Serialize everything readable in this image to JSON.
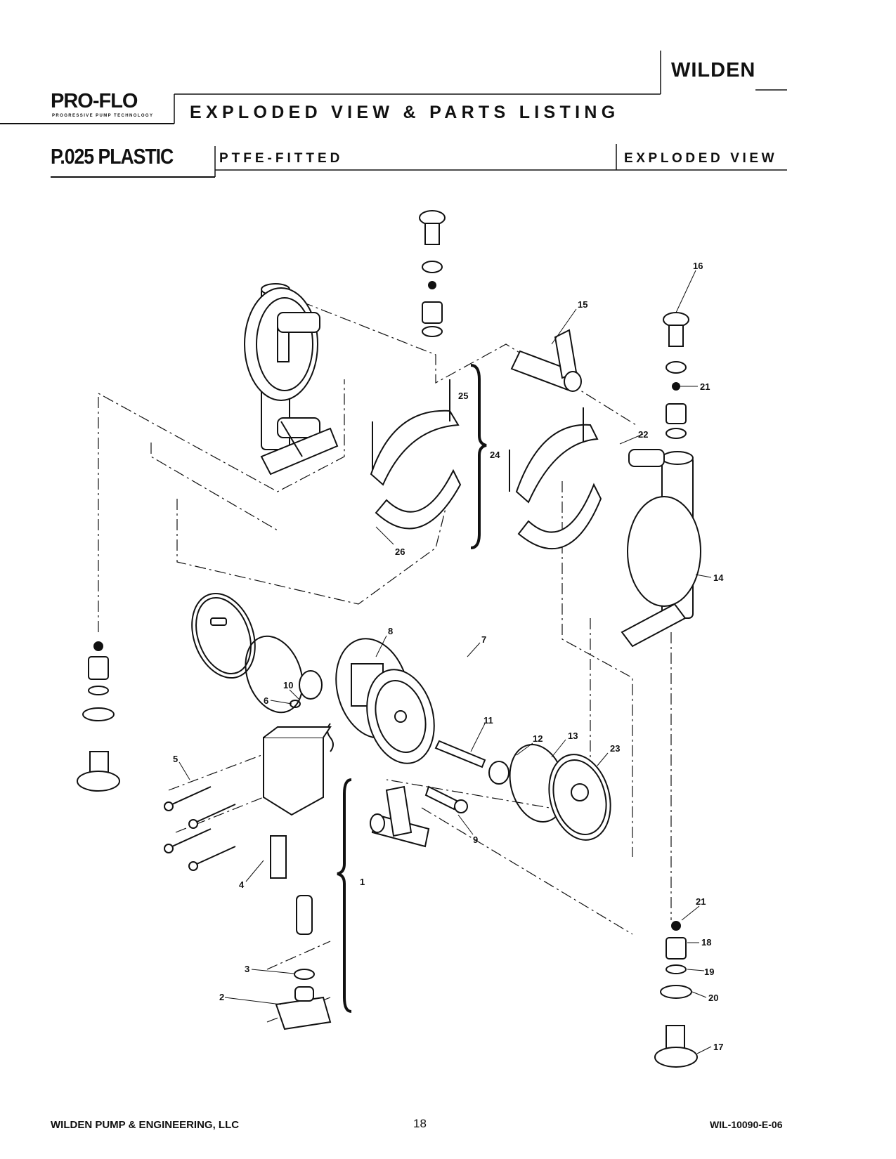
{
  "header": {
    "brand_right": "WILDEN",
    "brand_left": "PRO-FLO",
    "brand_left_tagline": "PROGRESSIVE PUMP TECHNOLOGY",
    "title": "EXPLODED VIEW & PARTS LISTING",
    "model": "P.025 PLASTIC",
    "subtitle_left": "PTFE-FITTED",
    "subtitle_right": "EXPLODED VIEW"
  },
  "callouts": [
    "1",
    "2",
    "3",
    "4",
    "5",
    "6",
    "7",
    "8",
    "9",
    "10",
    "11",
    "12",
    "13",
    "14",
    "15",
    "16",
    "17",
    "18",
    "19",
    "20",
    "21",
    "21",
    "22",
    "23",
    "24",
    "25",
    "26"
  ],
  "footer": {
    "company": "WILDEN PUMP & ENGINEERING, LLC",
    "page_number": "18",
    "doc_code": "WIL-10090-E-06"
  }
}
